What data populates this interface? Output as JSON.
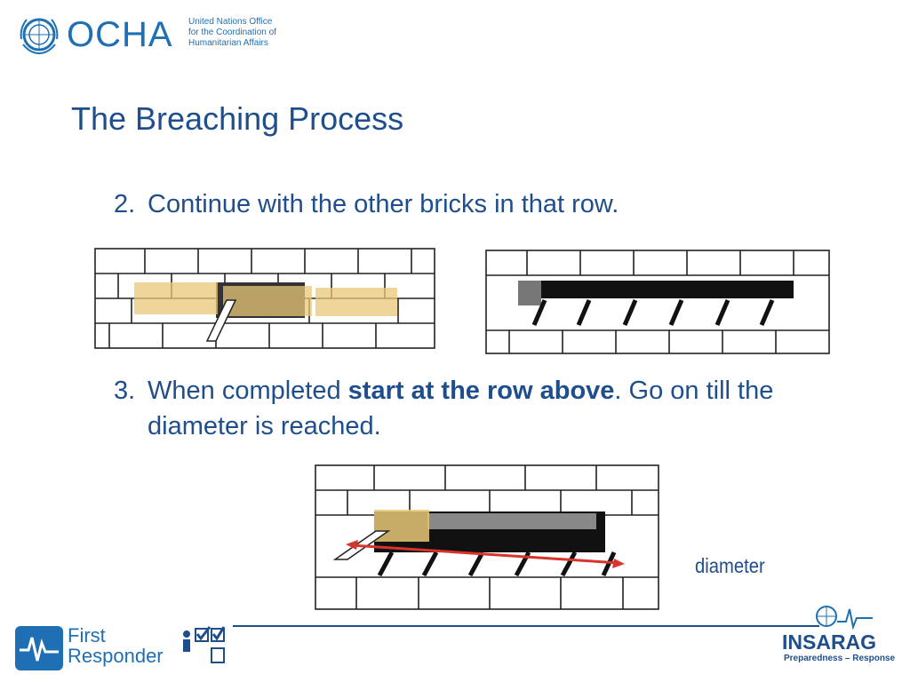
{
  "header": {
    "org_name": "OCHA",
    "org_subtitle_lines": [
      "United Nations Office",
      "for the Coordination of",
      "Humanitarian Affairs"
    ]
  },
  "slide": {
    "title": "The Breaching Process",
    "step2": {
      "number": "2.",
      "text": "Continue with the other bricks in that row."
    },
    "step3": {
      "number": "3.",
      "text_before": "When completed ",
      "text_bold": "start at the row above",
      "text_after": ". Go on till the diameter is reached."
    },
    "diameter_label": "diameter"
  },
  "footer": {
    "left_logo_line1": "First",
    "left_logo_line2": "Responder",
    "right_logo_name": "INSARAG",
    "right_logo_tagline": "Preparedness – Response"
  },
  "colors": {
    "title_blue": "#1f4e8c",
    "logo_blue": "#1f6fb4",
    "highlight": "#e8c878",
    "diameter_arrow": "#d9342b"
  }
}
